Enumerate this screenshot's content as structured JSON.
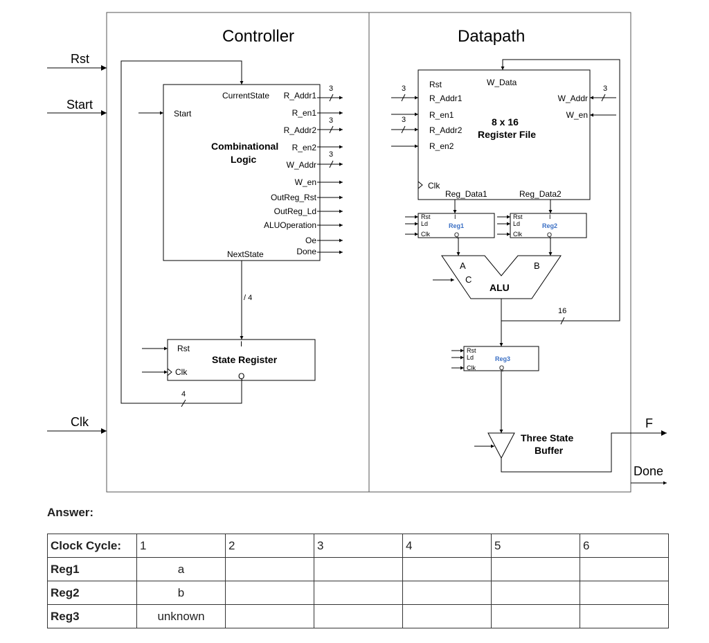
{
  "diagram": {
    "inputs": {
      "rst": "Rst",
      "start": "Start",
      "clk": "Clk"
    },
    "outputs": {
      "f": "F",
      "done": "Done"
    },
    "controller": {
      "title": "Controller",
      "logic": {
        "title_line1": "Combinational",
        "title_line2": "Logic",
        "start": "Start",
        "current_state": "CurrentState",
        "next_state": "NextState",
        "outputs": [
          "R_Addr1",
          "R_en1",
          "R_Addr2",
          "R_en2",
          "W_Addr",
          "W_en",
          "OutReg_Rst",
          "OutReg_Ld",
          "ALUOperation",
          "Oe",
          "Done"
        ]
      },
      "bus_width_3": "3",
      "bus_width_4a": "/ 4",
      "bus_width_4b": "4",
      "state_register": {
        "title": "State Register",
        "rst": "Rst",
        "clk": "Clk",
        "q": "Q",
        "i": "I"
      }
    },
    "datapath": {
      "title": "Datapath",
      "regfile": {
        "title_line1": "8 x 16",
        "title_line2": "Register File",
        "rst": "Rst",
        "w_data": "W_Data",
        "r_addr1": "R_Addr1",
        "r_en1": "R_en1",
        "r_addr2": "R_Addr2",
        "r_en2": "R_en2",
        "w_addr": "W_Addr",
        "w_en": "W_en",
        "clk": "Clk",
        "reg_data1": "Reg_Data1",
        "reg_data2": "Reg_Data2"
      },
      "bus_width_3": "3",
      "bus_width_16": "16",
      "reg1": "Reg1",
      "reg2": "Reg2",
      "reg3": "Reg3",
      "reg_pins": {
        "rst": "Rst",
        "ld": "Ld",
        "clk": "Clk",
        "q": "Q",
        "i": "I"
      },
      "alu": {
        "title": "ALU",
        "a": "A",
        "b": "B",
        "c": "C"
      },
      "buffer": {
        "line1": "Three State",
        "line2": "Buffer"
      }
    }
  },
  "answer": {
    "label": "Answer:",
    "header": "Clock Cycle:",
    "cycles": [
      "1",
      "2",
      "3",
      "4",
      "5",
      "6"
    ],
    "rows": [
      {
        "name": "Reg1",
        "values": [
          "a",
          "",
          "",
          "",
          "",
          ""
        ]
      },
      {
        "name": "Reg2",
        "values": [
          "b",
          "",
          "",
          "",
          "",
          ""
        ]
      },
      {
        "name": "Reg3",
        "values": [
          "unknown",
          "",
          "",
          "",
          "",
          ""
        ]
      }
    ]
  }
}
